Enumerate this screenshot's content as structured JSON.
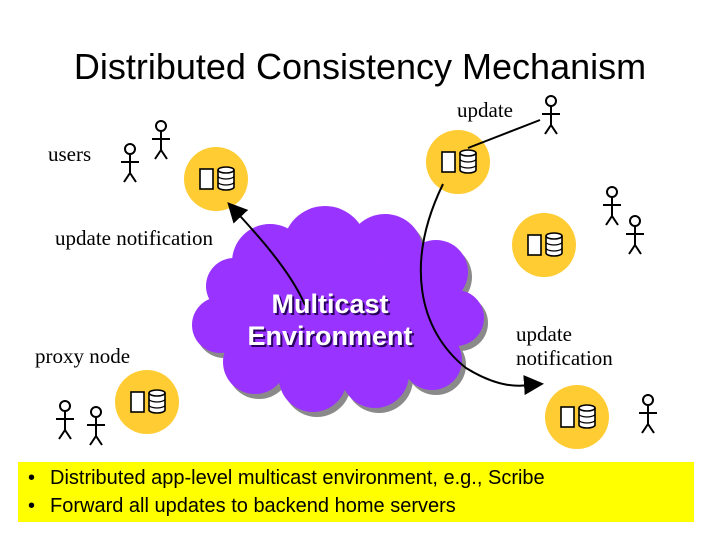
{
  "title": "Distributed Consistency Mechanism",
  "labels": {
    "update": "update",
    "users": "users",
    "update_notification_left": "update notification",
    "proxy_node": "proxy node",
    "update_notification_right_1": "update",
    "update_notification_right_2": "notification"
  },
  "cloud": {
    "line1": "Multicast",
    "line2": "Environment",
    "color": "#9933ff"
  },
  "bullets": [
    "Distributed app-level multicast environment, e.g., Scribe",
    "Forward all updates to backend home servers"
  ],
  "colors": {
    "node_fill": "#ffcc33",
    "bullet_box": "#ffff00"
  }
}
